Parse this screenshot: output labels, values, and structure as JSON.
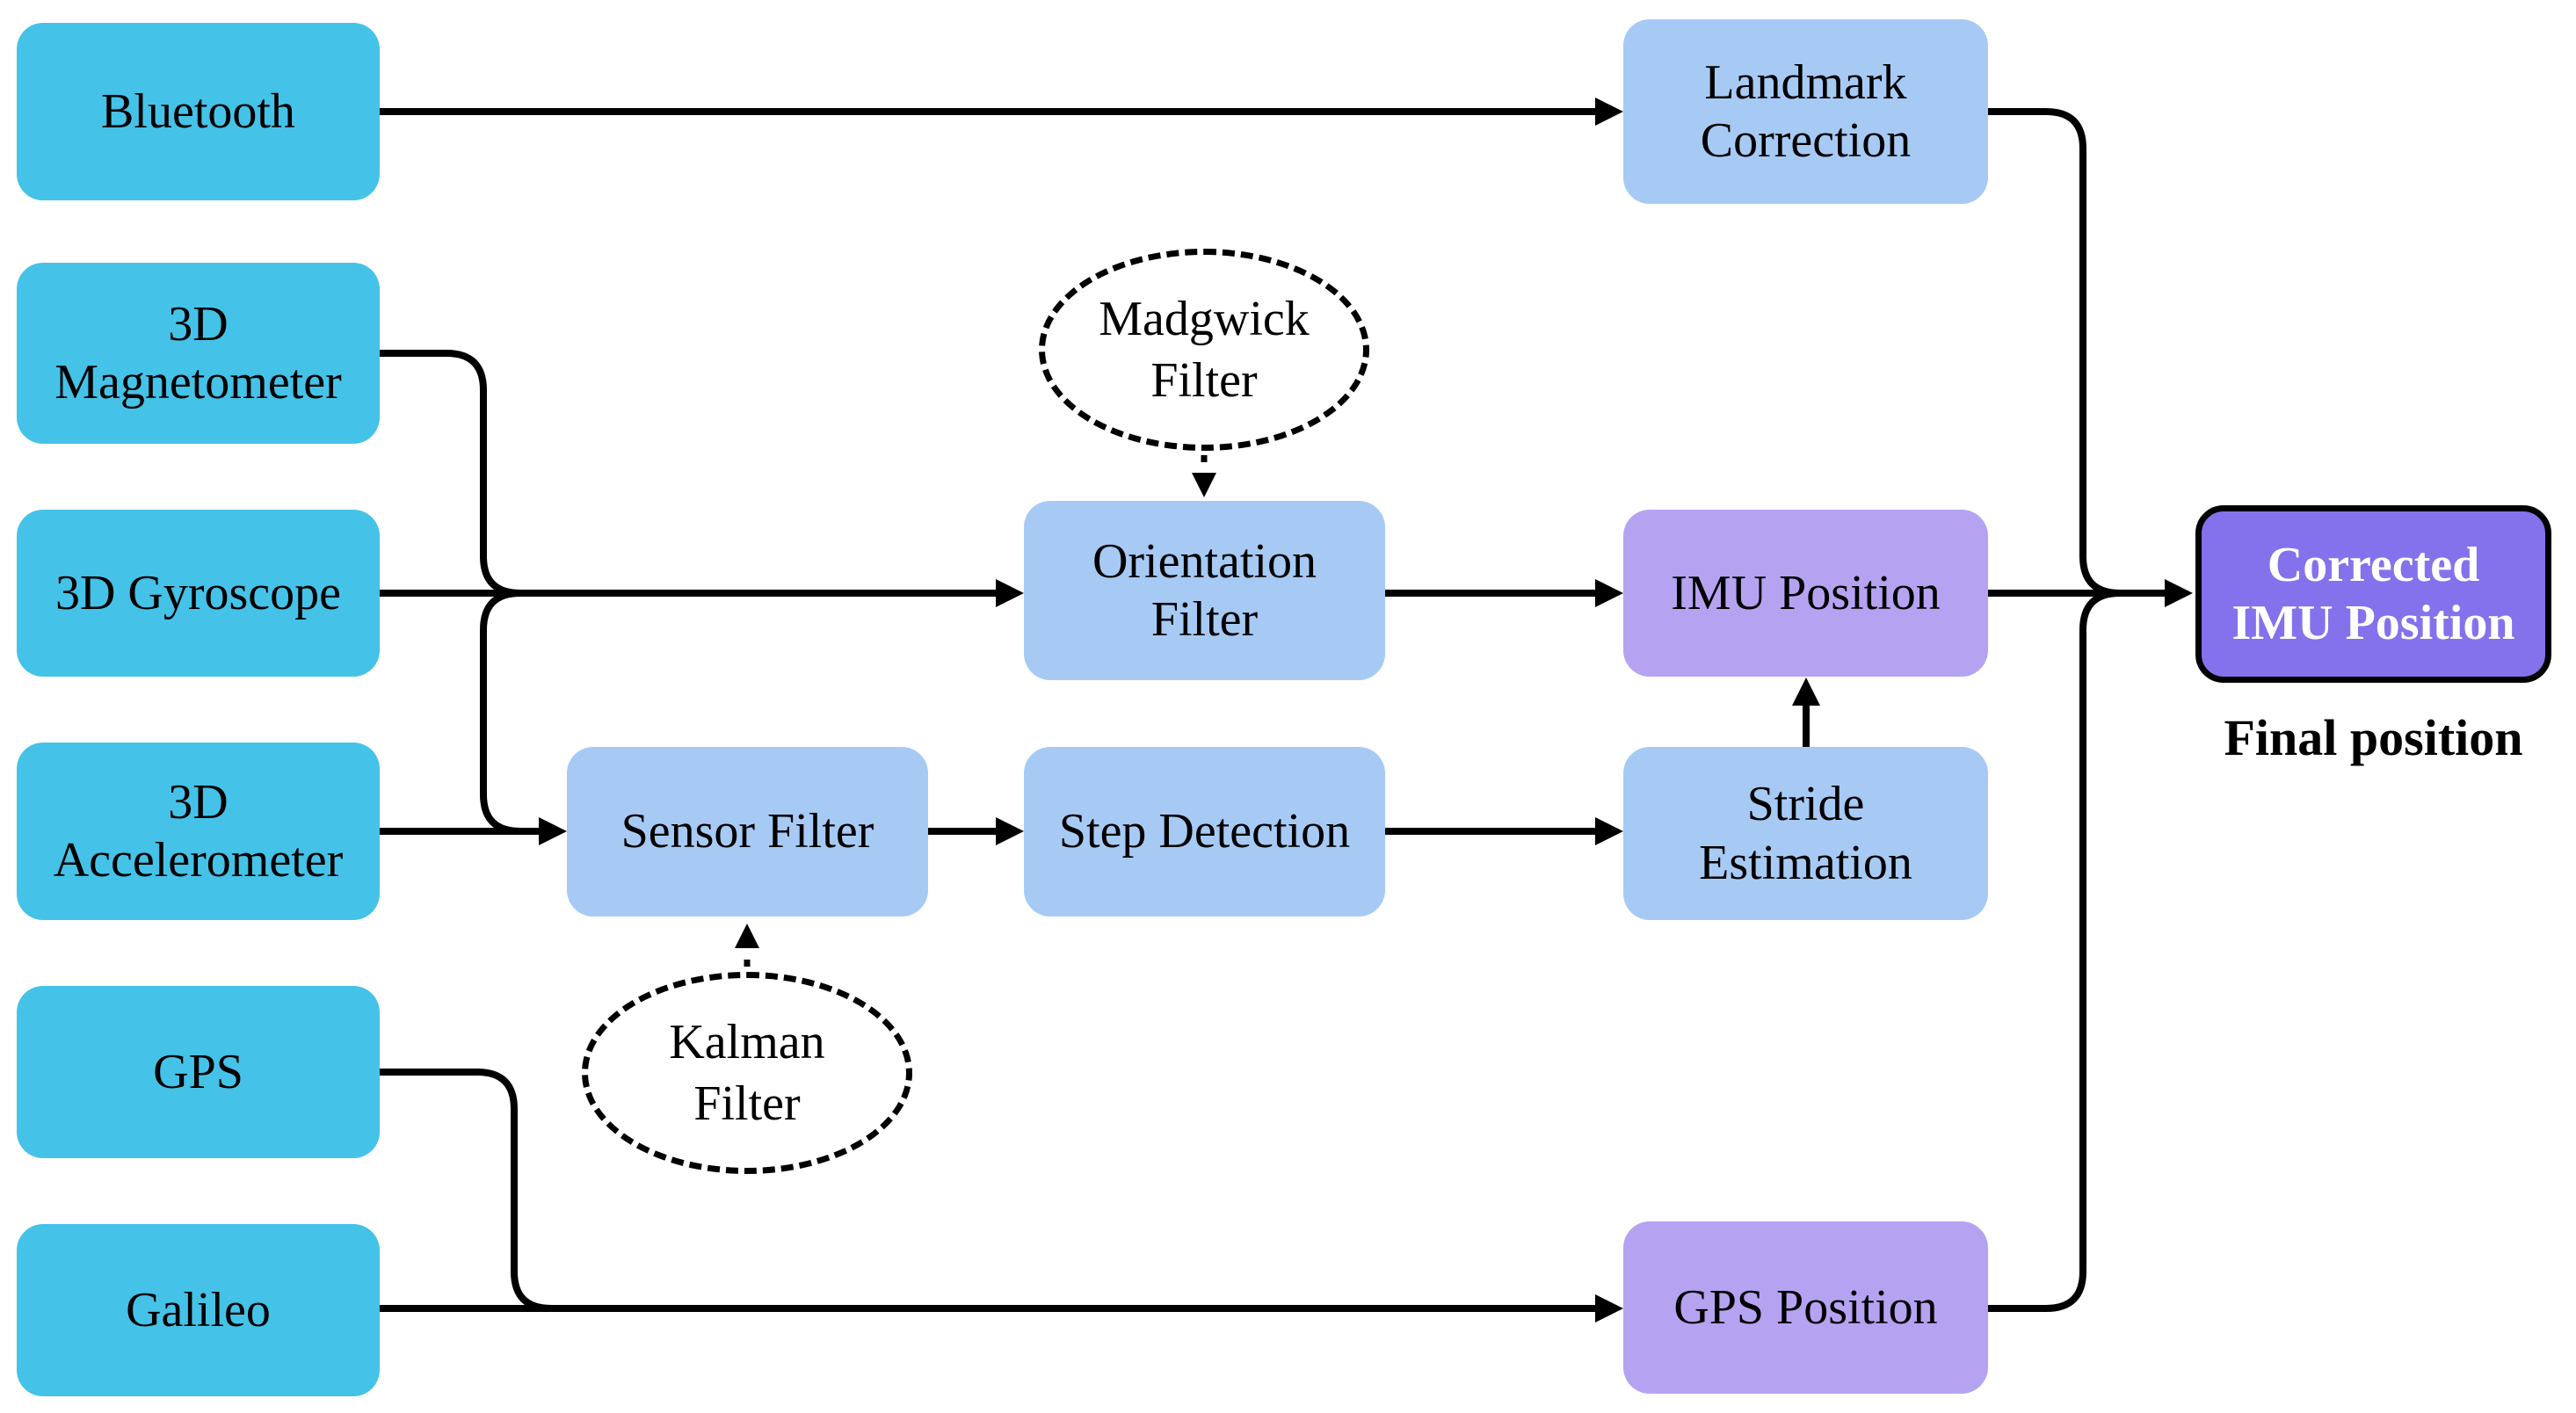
{
  "colors": {
    "source_fill": "#45C2E8",
    "process_fill": "#A7CAF5",
    "position_fill": "#B5A3F2",
    "final_fill": "#8472EC",
    "line_color": "#000000",
    "label_color": "#000000",
    "final_label_color": "#FFFFFF",
    "background": "#FFFFFF"
  },
  "nodes": {
    "bluetooth": {
      "label": "Bluetooth"
    },
    "magnetometer_3d": {
      "label": "3D\nMagnetometer"
    },
    "gyroscope_3d": {
      "label": "3D Gyroscope"
    },
    "accelerometer_3d": {
      "label": "3D\nAccelerometer"
    },
    "gps": {
      "label": "GPS"
    },
    "galileo": {
      "label": "Galileo"
    },
    "landmark_correction": {
      "label": "Landmark\nCorrection"
    },
    "madgwick_filter": {
      "label": "Madgwick\nFilter"
    },
    "orientation_filter": {
      "label": "Orientation\nFilter"
    },
    "sensor_filter": {
      "label": "Sensor Filter"
    },
    "step_detection": {
      "label": "Step Detection"
    },
    "kalman_filter": {
      "label": "Kalman\nFilter"
    },
    "imu_position": {
      "label": "IMU Position"
    },
    "stride_estimation": {
      "label": "Stride\nEstimation"
    },
    "gps_position": {
      "label": "GPS Position"
    },
    "corrected_imu_position": {
      "label": "Corrected\nIMU Position"
    }
  },
  "caption": {
    "final_position": "Final position"
  },
  "edges": [
    {
      "from": "bluetooth",
      "to": "landmark_correction",
      "style": "solid-arrow"
    },
    {
      "from": "landmark_correction",
      "to": "corrected_imu_position",
      "style": "solid-merge"
    },
    {
      "from": "magnetometer_3d",
      "to": "orientation_filter",
      "style": "solid-merge"
    },
    {
      "from": "gyroscope_3d",
      "to": "orientation_filter",
      "style": "solid-arrow"
    },
    {
      "from": "accelerometer_3d",
      "to": "orientation_filter",
      "style": "solid-merge"
    },
    {
      "from": "accelerometer_3d",
      "to": "sensor_filter",
      "style": "solid-arrow"
    },
    {
      "from": "madgwick_filter",
      "to": "orientation_filter",
      "style": "dotted-arrow"
    },
    {
      "from": "kalman_filter",
      "to": "sensor_filter",
      "style": "dotted-arrow"
    },
    {
      "from": "sensor_filter",
      "to": "step_detection",
      "style": "solid-arrow"
    },
    {
      "from": "step_detection",
      "to": "stride_estimation",
      "style": "solid-arrow"
    },
    {
      "from": "stride_estimation",
      "to": "imu_position",
      "style": "solid-arrow"
    },
    {
      "from": "orientation_filter",
      "to": "imu_position",
      "style": "solid-arrow"
    },
    {
      "from": "imu_position",
      "to": "corrected_imu_position",
      "style": "solid-arrow"
    },
    {
      "from": "gps",
      "to": "gps_position",
      "style": "solid-merge"
    },
    {
      "from": "galileo",
      "to": "gps_position",
      "style": "solid-arrow"
    },
    {
      "from": "gps_position",
      "to": "corrected_imu_position",
      "style": "solid-merge"
    }
  ]
}
